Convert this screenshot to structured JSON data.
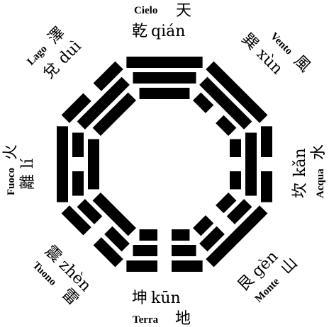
{
  "trigrams": [
    {
      "id": "qian",
      "italian": "Cielo",
      "nature_char": "天",
      "name_char": "乾",
      "pinyin": "qián",
      "lines": [
        1,
        1,
        1
      ]
    },
    {
      "id": "xun",
      "italian": "Vento",
      "nature_char": "風",
      "name_char": "巽",
      "pinyin": "xùn",
      "lines": [
        0,
        1,
        1
      ]
    },
    {
      "id": "kan",
      "italian": "Acqua",
      "nature_char": "水",
      "name_char": "坎",
      "pinyin": "kǎn",
      "lines": [
        0,
        1,
        0
      ]
    },
    {
      "id": "gen",
      "italian": "Monte",
      "nature_char": "山",
      "name_char": "艮",
      "pinyin": "gèn",
      "lines": [
        0,
        0,
        1
      ]
    },
    {
      "id": "kun",
      "italian": "Terra",
      "nature_char": "地",
      "name_char": "坤",
      "pinyin": "kūn",
      "lines": [
        0,
        0,
        0
      ]
    },
    {
      "id": "zhen",
      "italian": "Tuono",
      "nature_char": "雷",
      "name_char": "震",
      "pinyin": "zhèn",
      "lines": [
        1,
        0,
        0
      ]
    },
    {
      "id": "li",
      "italian": "Fuoco",
      "nature_char": "火",
      "name_char": "離",
      "pinyin": "lí",
      "lines": [
        1,
        0,
        1
      ]
    },
    {
      "id": "dui",
      "italian": "Lago",
      "nature_char": "澤",
      "name_char": "兌",
      "pinyin": "duì",
      "lines": [
        1,
        1,
        0
      ]
    }
  ]
}
